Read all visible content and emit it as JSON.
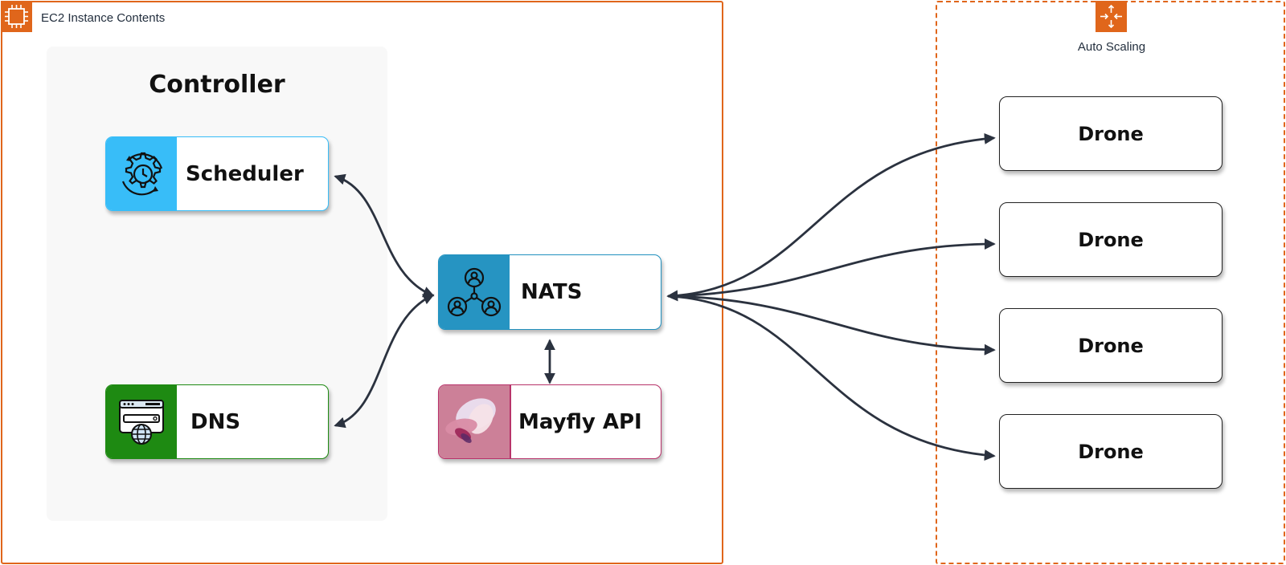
{
  "ec2_group": {
    "title": "EC2 Instance Contents",
    "icon": "ec2-chip-icon",
    "color": "#E0661B"
  },
  "auto_scaling": {
    "title": "Auto Scaling",
    "icon": "auto-scaling-icon",
    "color": "#E0661B"
  },
  "controller": {
    "title": "Controller"
  },
  "scheduler": {
    "label": "Scheduler",
    "icon": "gear-clock-icon",
    "color": "#38BDF8"
  },
  "dns": {
    "label": "DNS",
    "icon": "browser-globe-icon",
    "color": "#1E8A12"
  },
  "nats": {
    "label": "NATS",
    "icon": "network-users-icon",
    "color": "#2694C2"
  },
  "mayfly": {
    "label": "Mayfly API",
    "icon": "mayfly-logo-icon",
    "color": "#B8336A"
  },
  "drones": [
    {
      "label": "Drone"
    },
    {
      "label": "Drone"
    },
    {
      "label": "Drone"
    },
    {
      "label": "Drone"
    }
  ]
}
